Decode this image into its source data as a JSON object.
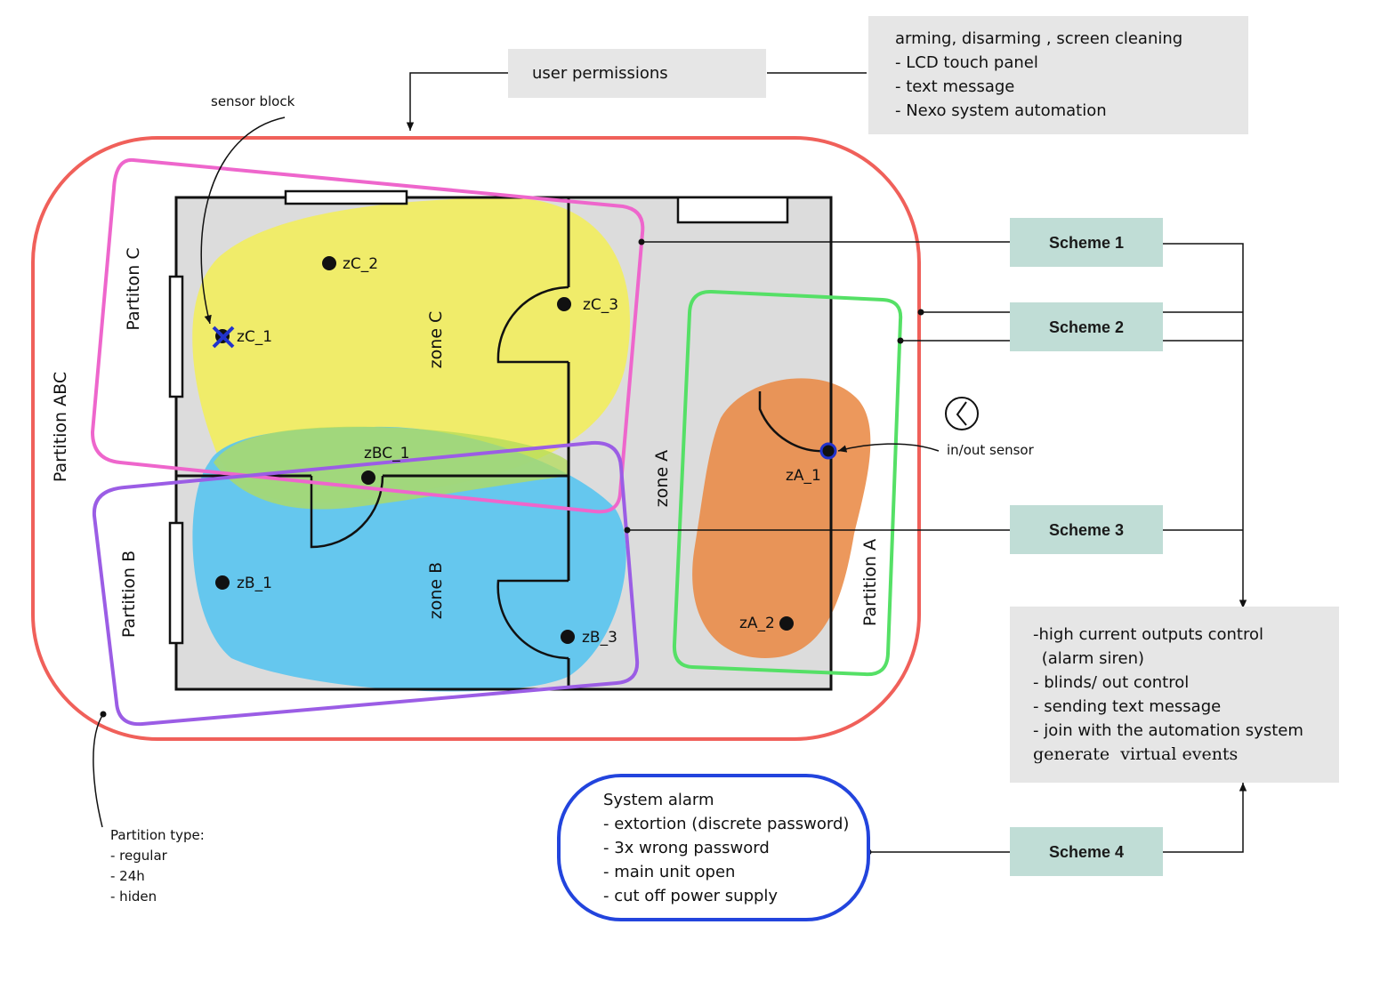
{
  "labels": {
    "sensor_block": "sensor block",
    "user_permissions": "user permissions",
    "partition_abc": "Partition ABC",
    "partition_c": "Partiton C",
    "partition_b": "Partition B",
    "partition_a": "Partition A",
    "zone_c": "zone C",
    "zone_b": "zone B",
    "zone_a": "zone A",
    "in_out_sensor": "in/out sensor"
  },
  "sensors": {
    "zC_1": "zC_1",
    "zC_2": "zC_2",
    "zC_3": "zC_3",
    "zBC_1": "zBC_1",
    "zB_1": "zB_1",
    "zB_3": "zB_3",
    "zA_1": "zA_1",
    "zA_2": "zA_2"
  },
  "permissions_box": {
    "lines": [
      "arming, disarming , screen cleaning",
      "- LCD touch panel",
      "- text message",
      "- Nexo system automation"
    ]
  },
  "schemes": [
    "Scheme 1",
    "Scheme 2",
    "Scheme 3",
    "Scheme 4"
  ],
  "outputs_box": {
    "lines": [
      "-high current outputs control",
      " (alarm siren)",
      "- blinds/ out control",
      "- sending text message",
      "- join with the automation system"
    ],
    "serif_line": "generate  virtual events"
  },
  "system_alarm": {
    "lines": [
      "System alarm",
      "- extortion (discrete password)",
      "- 3x wrong password",
      "- main unit open",
      "- cut off power supply"
    ]
  },
  "partition_type": {
    "lines": [
      "Partition type:",
      "- regular",
      "- 24h",
      "- hiden"
    ]
  },
  "colors": {
    "partition_abc": "#f0605a",
    "partition_c": "#ee66cc",
    "partition_b": "#9b5de5",
    "partition_a": "#55e066",
    "zone_c": "#f2ee5a",
    "zone_b": "#58c4f0",
    "zone_a": "#e98a45",
    "scheme_box": "#c0ddd6",
    "info_box": "#e6e6e6",
    "system_alarm": "#2244dd",
    "floor": "#dcdcdc"
  }
}
